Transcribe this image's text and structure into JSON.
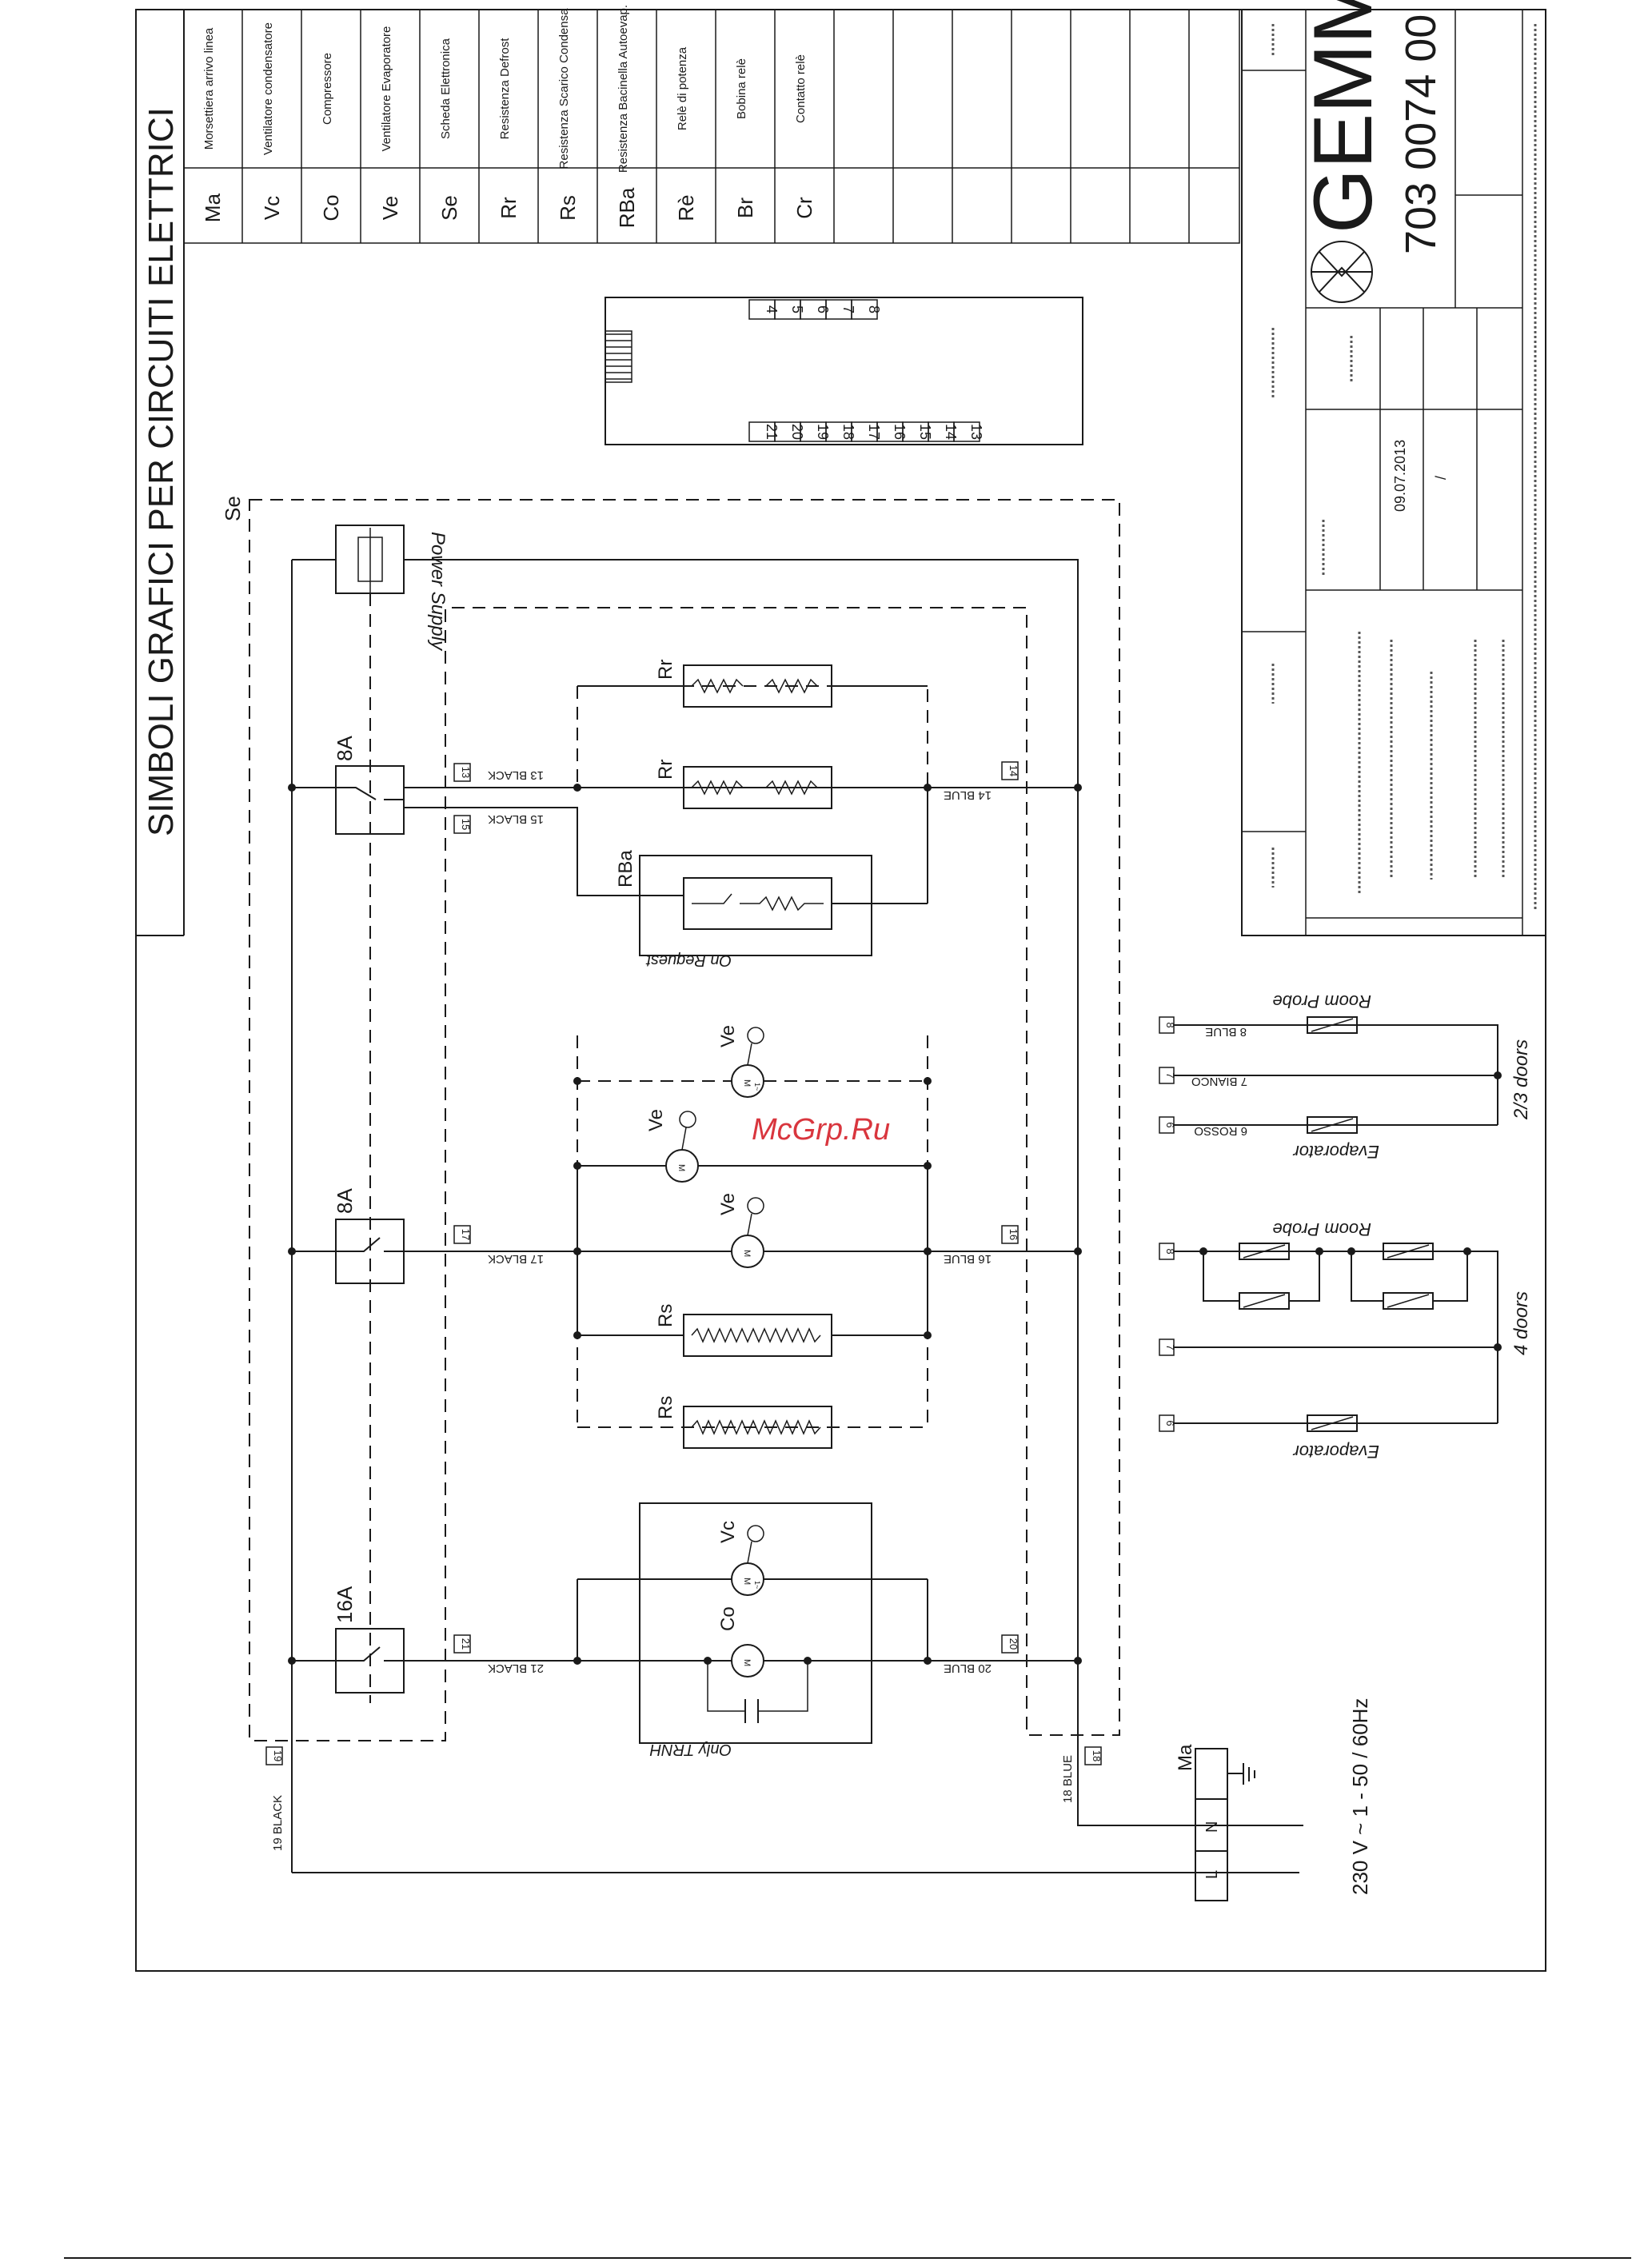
{
  "sheet_title": "SIMBOLI GRAFICI PER CIRCUITI  ELETTRICI",
  "legend": [
    {
      "code": "Ma",
      "desc": "Morsettiera arrivo linea"
    },
    {
      "code": "Vc",
      "desc": "Ventilatore condensatore"
    },
    {
      "code": "Co",
      "desc": "Compressore"
    },
    {
      "code": "Ve",
      "desc": "Ventilatore Evaporatore"
    },
    {
      "code": "Se",
      "desc": "Scheda Elettronica"
    },
    {
      "code": "Rr",
      "desc": "Resistenza Defrost"
    },
    {
      "code": "Rs",
      "desc": "Resistenza Scarico Condensa"
    },
    {
      "code": "RBa",
      "desc": "Resistenza Bacinella Autoevap."
    },
    {
      "code": "Rè",
      "desc": "Relè di potenza"
    },
    {
      "code": "Br",
      "desc": "Bobina relè"
    },
    {
      "code": "Cr",
      "desc": "Contatto relè"
    }
  ],
  "board": {
    "label": "Se",
    "pins_top": [
      "4",
      "5",
      "6",
      "7",
      "8"
    ],
    "pins_bottom": [
      "21",
      "20",
      "19",
      "18",
      "17",
      "16",
      "15",
      "14",
      "13"
    ],
    "power_supply": "Power Supply"
  },
  "relays": {
    "r1": "8A",
    "r2": "8A",
    "r3": "16A"
  },
  "components": {
    "rr": "Rr",
    "rba": "RBa",
    "ve": "Ve",
    "rs": "Rs",
    "vc": "Vc",
    "co": "Co",
    "motor": "M",
    "phase": "1~"
  },
  "notes": {
    "on_request": "On Request",
    "only_trnh": "Only TRNH"
  },
  "wires": {
    "w13": "13 BLACK",
    "w15": "15 BLACK",
    "w14": "14 BLUE",
    "w17": "17 BLACK",
    "w16": "16 BLUE",
    "w21": "21 BLACK",
    "w20": "20 BLUE",
    "w19": "19 BLACK",
    "w18": "18 BLUE",
    "w8": "8 BLUE",
    "w7": "7 BIANCO",
    "w6": "6 ROSSO"
  },
  "terminals": {
    "t13": "13",
    "t15": "15",
    "t14": "14",
    "t17": "17",
    "t16": "16",
    "t21": "21",
    "t20": "20",
    "t19": "19",
    "t18": "18",
    "p8": "8",
    "p7": "7",
    "p6": "6"
  },
  "supply": {
    "block": "Ma",
    "l": "L",
    "n": "N",
    "voltage": "230 V  ~  1 - 50 / 60Hz"
  },
  "probes": {
    "room": "Room Probe",
    "evap": "Evaporator",
    "doors23": "2/3 doors",
    "doors4": "4 doors"
  },
  "title_block": {
    "brand": "GEMM",
    "drawing_number": "703 0074 00",
    "date": "09.07.2013",
    "rev": "/"
  },
  "watermark": "McGrp.Ru"
}
